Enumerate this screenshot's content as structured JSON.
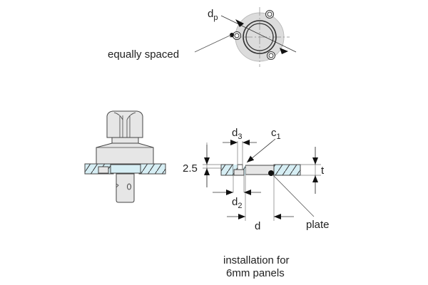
{
  "top_view": {
    "label_dp_main": "d",
    "label_dp_sub": "p",
    "label_equally_spaced": "equally spaced"
  },
  "section_view": {
    "label_d3_main": "d",
    "label_d3_sub": "3",
    "label_c1_main": "c",
    "label_c1_sub": "1",
    "label_2_5": "2.5",
    "label_t": "t",
    "label_d2_main": "d",
    "label_d2_sub": "2",
    "label_d": "d",
    "label_plate": "plate"
  },
  "caption": {
    "line1": "installation for",
    "line2": "6mm panels"
  },
  "colors": {
    "line": "#333333",
    "part_fill": "#e6e6e6",
    "plate_fill": "#d6eef4",
    "disc_fill": "#dcdcdc"
  }
}
